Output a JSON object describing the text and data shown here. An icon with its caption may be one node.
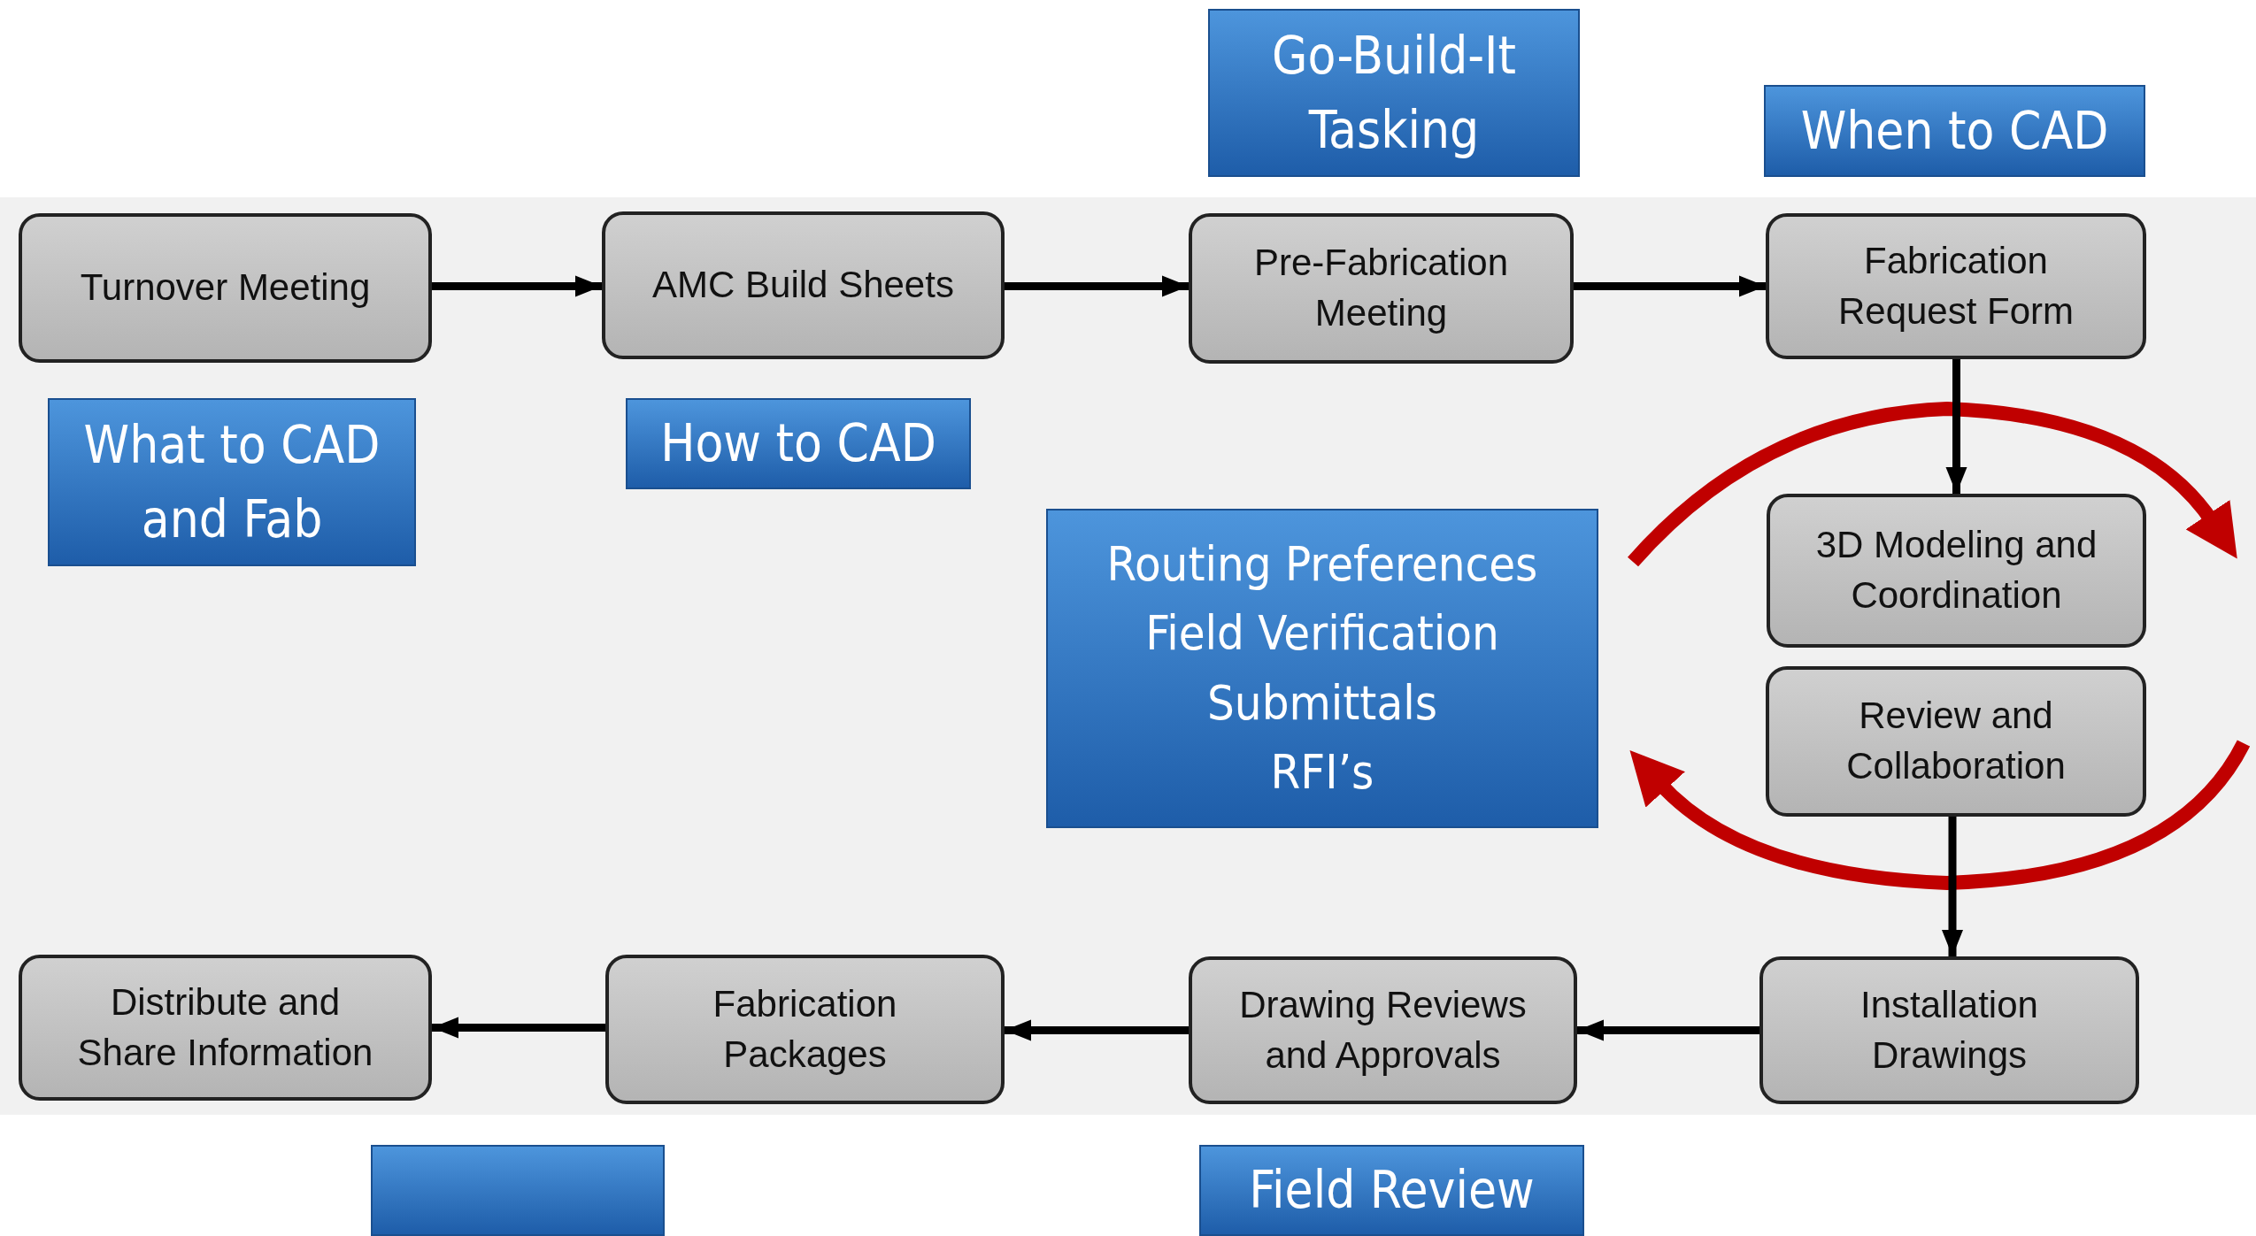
{
  "diagram": {
    "nodes": [
      {
        "text": [
          "Go-Build-It Tasking"
        ]
      },
      {
        "text": [
          "When to CAD"
        ]
      },
      {
        "text": [
          "Turnover Meeting"
        ]
      },
      {
        "text": [
          "AMC Build Sheets"
        ]
      },
      {
        "text": [
          "Pre-Fabrication Meeting"
        ]
      },
      {
        "text": [
          "Fabrication Request Form"
        ]
      },
      {
        "text": [
          "What to CAD and Fab"
        ]
      },
      {
        "text": [
          "How to CAD"
        ]
      },
      {
        "text": [
          "3D Modeling and Coordination"
        ]
      },
      {
        "text": [
          "Routing Preferences",
          "Field Verification",
          "Submittals",
          "RFI’s"
        ]
      },
      {
        "text": [
          "Review and Collaboration"
        ]
      },
      {
        "text": [
          "Distribute and Share Information"
        ]
      },
      {
        "text": [
          "Fabrication Packages"
        ]
      },
      {
        "text": [
          "Drawing Reviews and Approvals"
        ]
      },
      {
        "text": [
          "Installation Drawings"
        ]
      },
      {
        "text": [],
        "shape": "box"
      },
      {
        "text": [
          "Field Review"
        ]
      }
    ],
    "edges": [
      {
        "from": 2,
        "to": 3,
        "arrow": "to"
      },
      {
        "from": 3,
        "to": 4,
        "arrow": "to"
      },
      {
        "from": 4,
        "to": 5,
        "arrow": "to"
      },
      {
        "from": 5,
        "to": 8,
        "arrow": "to"
      },
      {
        "from": 10,
        "to": 14,
        "arrow": "to"
      },
      {
        "from": 14,
        "to": 13,
        "arrow": "to"
      },
      {
        "from": 13,
        "to": 12,
        "arrow": "to"
      },
      {
        "from": 12,
        "to": 11,
        "arrow": "to"
      }
    ]
  }
}
